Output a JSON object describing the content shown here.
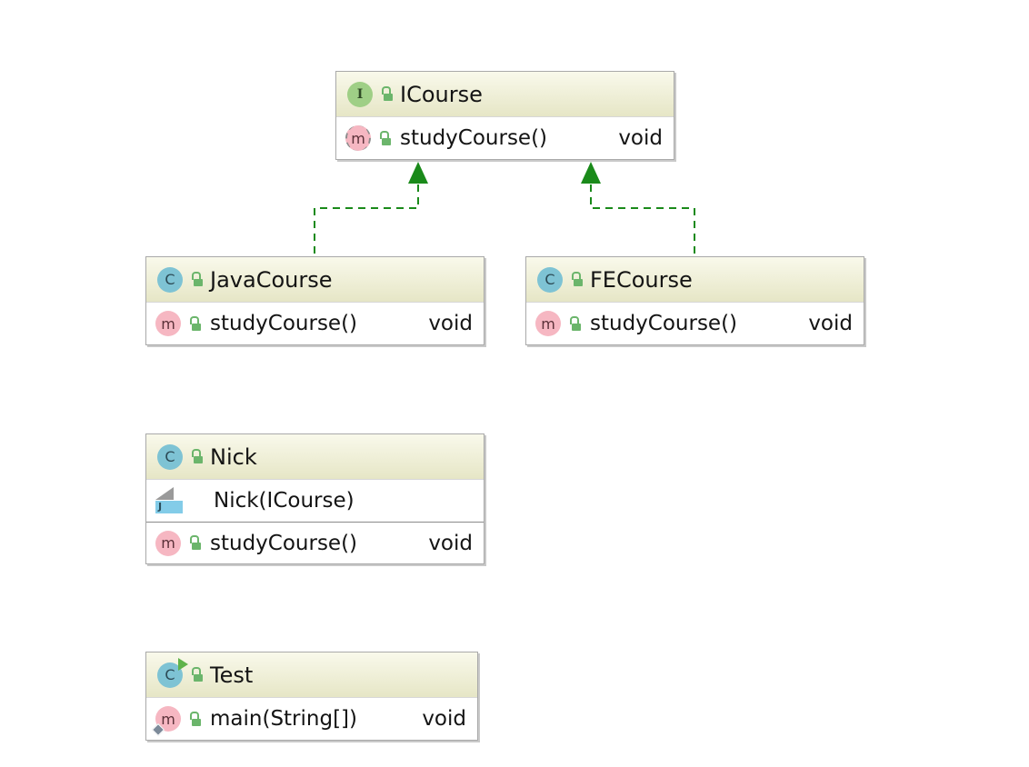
{
  "diagram": {
    "classes": [
      {
        "kind": "interface",
        "icon": "interface-icon",
        "name": "ICourse",
        "members": [
          {
            "kind": "abstract-method",
            "icon": "abstract-method-icon",
            "name": "studyCourse()",
            "type": "void"
          }
        ]
      },
      {
        "kind": "class",
        "icon": "class-icon",
        "name": "JavaCourse",
        "members": [
          {
            "kind": "method",
            "icon": "method-icon",
            "name": "studyCourse()",
            "type": "void"
          }
        ]
      },
      {
        "kind": "class",
        "icon": "class-icon",
        "name": "FECourse",
        "members": [
          {
            "kind": "method",
            "icon": "method-icon",
            "name": "studyCourse()",
            "type": "void"
          }
        ]
      },
      {
        "kind": "class",
        "icon": "class-icon",
        "name": "Nick",
        "members": [
          {
            "kind": "constructor",
            "icon": "constructor-icon",
            "name": "Nick(ICourse)",
            "type": ""
          },
          {
            "kind": "method",
            "icon": "method-icon",
            "name": "studyCourse()",
            "type": "void"
          }
        ]
      },
      {
        "kind": "runnable-class",
        "icon": "runnable-class-icon",
        "name": "Test",
        "members": [
          {
            "kind": "static-method",
            "icon": "static-method-icon",
            "name": "main(String[])",
            "type": "void"
          }
        ]
      }
    ],
    "icon_letters": {
      "class": "C",
      "interface": "I",
      "method": "m",
      "constructor": "J"
    },
    "relations": [
      {
        "type": "implements",
        "from": "JavaCourse",
        "to": "ICourse"
      },
      {
        "type": "implements",
        "from": "FECourse",
        "to": "ICourse"
      }
    ],
    "colors": {
      "header_gradient_top": "#f9f9eb",
      "header_gradient_bottom": "#e6e6c6",
      "class_badge": "#7ec3d4",
      "interface_badge": "#9fcf86",
      "method_badge": "#f6b7c2",
      "visibility_lock": "#6bb56b",
      "realization_edge": "#1a8a1a"
    }
  }
}
